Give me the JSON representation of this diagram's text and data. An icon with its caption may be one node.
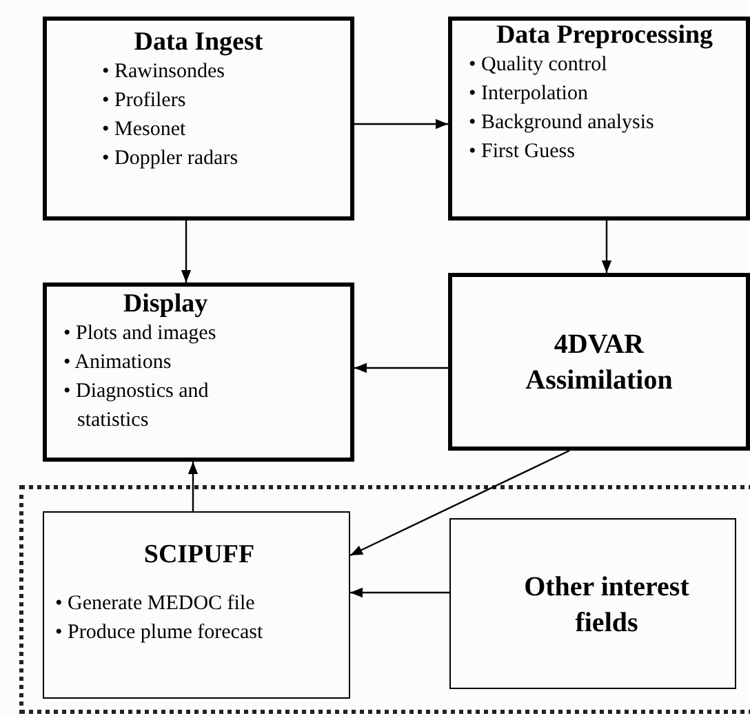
{
  "diagram": {
    "nodes": [
      {
        "text": [
          "Data Ingest",
          "• Rawinsondes",
          "• Profilers",
          "• Mesonet",
          "• Doppler radars"
        ]
      },
      {
        "text": [
          "Data Preprocessing",
          "• Quality control",
          "• Interpolation",
          "• Background analysis",
          "• First Guess"
        ]
      },
      {
        "text": [
          "Display",
          "• Plots and images",
          "• Animations",
          "• Diagnostics and statistics"
        ]
      },
      {
        "text": [
          "4DVAR Assimilation"
        ]
      },
      {
        "text": [],
        "shape": "box"
      },
      {
        "text": [
          "SCIPUFF",
          "• Generate MEDOC file",
          "• Produce plume forecast"
        ],
        "in": 4
      },
      {
        "text": [
          "Other interest fields"
        ],
        "in": 4
      }
    ],
    "edges": [
      {
        "from": 0,
        "to": 1,
        "arrow": "to"
      },
      {
        "from": 0,
        "to": 2,
        "arrow": "to"
      },
      {
        "from": 1,
        "to": 3,
        "arrow": "to"
      },
      {
        "from": 3,
        "to": 2,
        "arrow": "to"
      },
      {
        "from": 3,
        "to": 5,
        "arrow": "to"
      },
      {
        "from": 6,
        "to": 5,
        "arrow": "to"
      },
      {
        "from": 5,
        "to": 2,
        "arrow": "to"
      }
    ]
  }
}
